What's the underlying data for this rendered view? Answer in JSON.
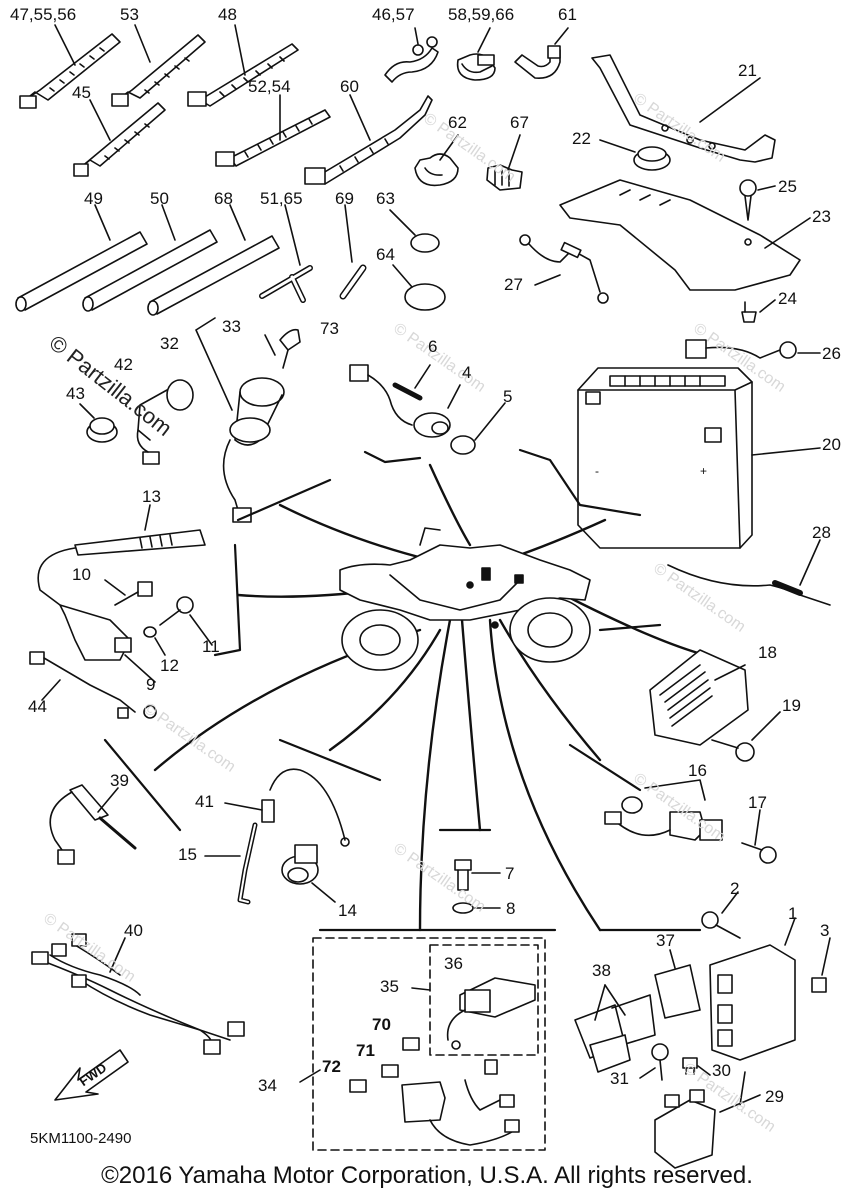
{
  "watermark": "© Partzilla.com",
  "watermark_faint": "© Partzilla.com",
  "part_code": "5KM1100-2490",
  "copyright": "©2016 Yamaha Motor Corporation, U.S.A. All rights reserved.",
  "fwd_label": "FWD",
  "callouts": {
    "c1": "1",
    "c2": "2",
    "c3": "3",
    "c4": "4",
    "c5": "5",
    "c6": "6",
    "c7": "7",
    "c8": "8",
    "c9": "9",
    "c10": "10",
    "c11": "11",
    "c12": "12",
    "c13": "13",
    "c14": "14",
    "c15": "15",
    "c16": "16",
    "c17": "17",
    "c18": "18",
    "c19": "19",
    "c20": "20",
    "c21": "21",
    "c22": "22",
    "c23": "23",
    "c24": "24",
    "c25": "25",
    "c26": "26",
    "c27": "27",
    "c28": "28",
    "c29": "29",
    "c30": "30",
    "c31": "31",
    "c32": "32",
    "c33": "33",
    "c34": "34",
    "c35": "35",
    "c36": "36",
    "c37": "37",
    "c38": "38",
    "c39": "39",
    "c40": "40",
    "c41": "41",
    "c42": "42",
    "c43": "43",
    "c44": "44",
    "c45": "45",
    "c47_55_56": "47,55,56",
    "c46_57": "46,57",
    "c48": "48",
    "c49": "49",
    "c50": "50",
    "c51_65": "51,65",
    "c52_54": "52,54",
    "c53": "53",
    "c58_59_66": "58,59,66",
    "c60": "60",
    "c61": "61",
    "c62": "62",
    "c63": "63",
    "c64": "64",
    "c67": "67",
    "c68": "68",
    "c69": "69",
    "c70": "70",
    "c71": "71",
    "c72": "72",
    "c73": "73"
  }
}
